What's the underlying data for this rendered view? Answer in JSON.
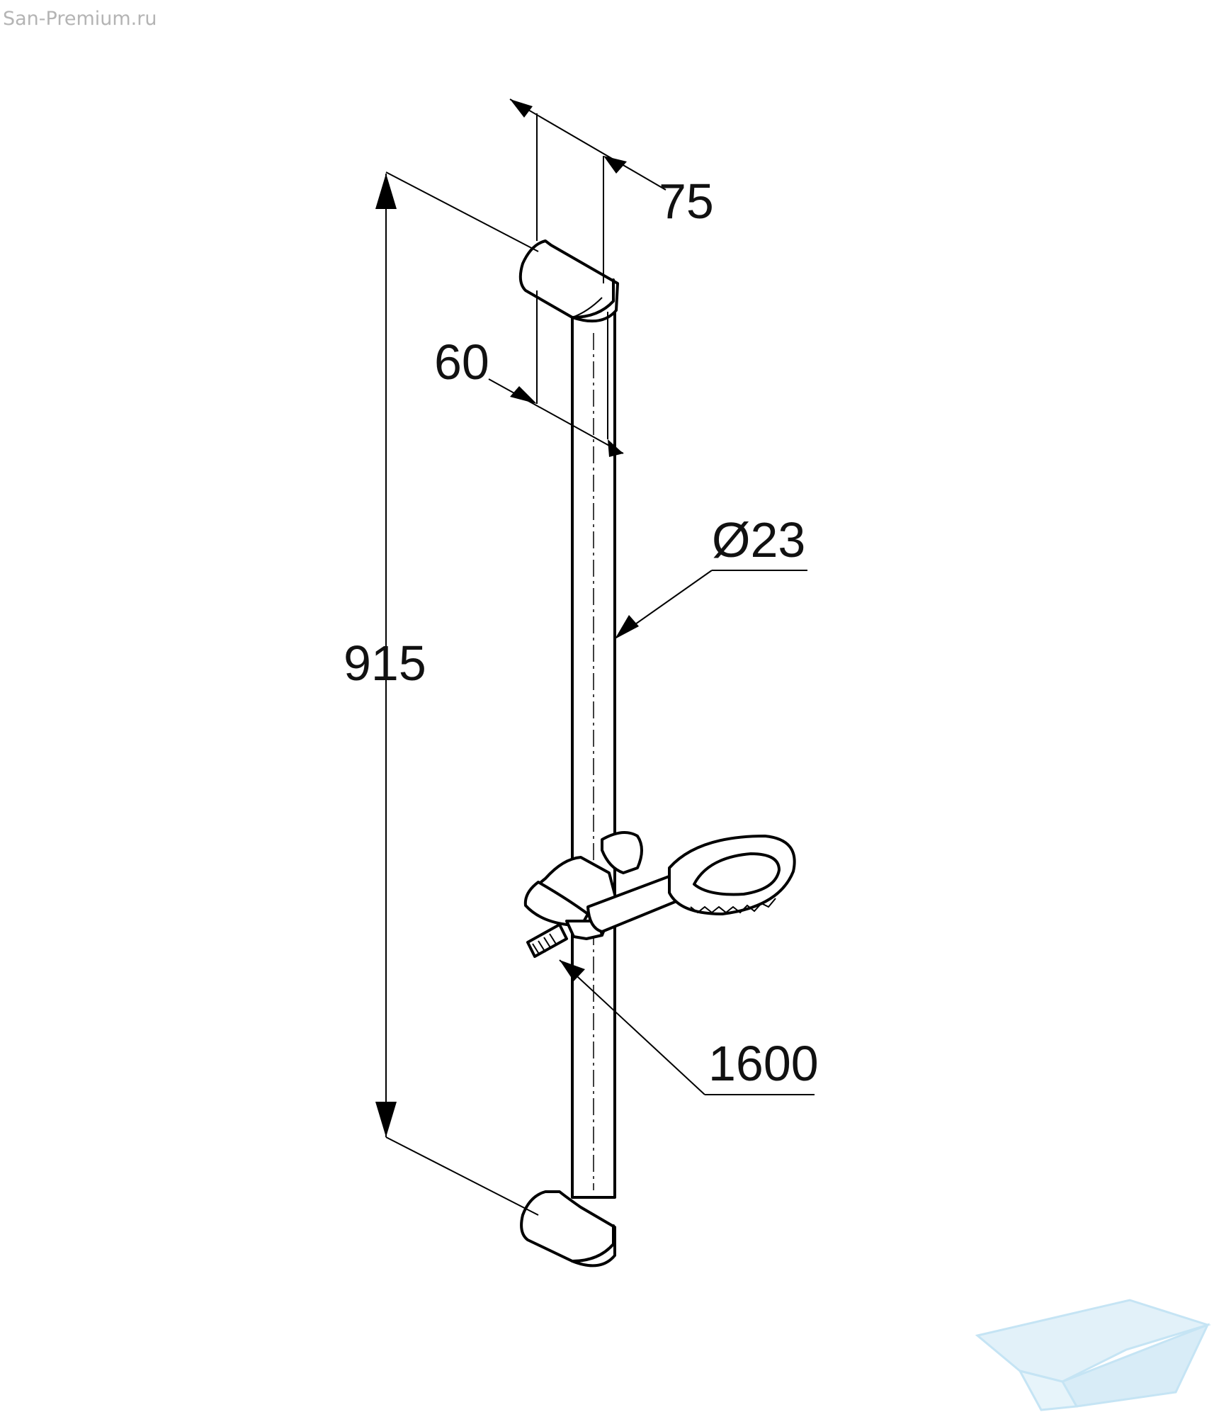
{
  "watermark": {
    "site": "San-Premium.ru"
  },
  "dimensions": {
    "width_top": "75",
    "depth": "60",
    "rail_diameter": "Ø23",
    "rail_height": "915",
    "hose_length": "1600"
  },
  "colors": {
    "line": "#000000",
    "text": "#111111",
    "watermark_text": "#b4b4b4",
    "logo": "#9fd3ee"
  }
}
